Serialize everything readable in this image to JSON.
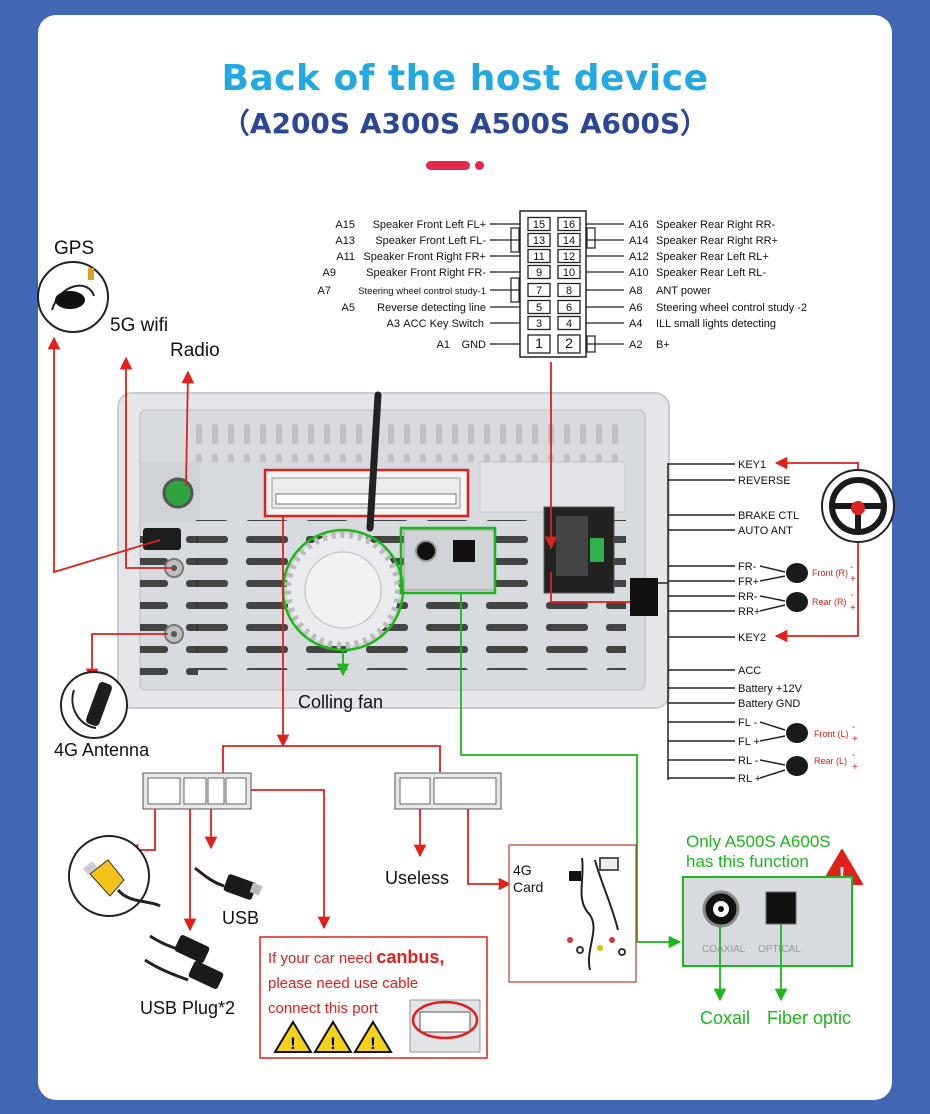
{
  "title": "Back of the host device",
  "subtitle": "（A200S A300S A500S A600S）",
  "pinout": {
    "left": [
      {
        "code": "A15",
        "text": "Speaker Front Left FL+",
        "pin": "15"
      },
      {
        "code": "A13",
        "text": "Speaker Front Left FL-",
        "pin": "13"
      },
      {
        "code": "A11",
        "text": "Speaker Front Right FR+",
        "pin": "11"
      },
      {
        "code": "A9",
        "text": "Speaker Front Right FR-",
        "pin": "9"
      },
      {
        "code": "A7",
        "text": "Steering wheel control study-1",
        "pin": "7"
      },
      {
        "code": "A5",
        "text": "Reverse detecting line",
        "pin": "5"
      },
      {
        "code": "A3",
        "text": "ACC Key Switch",
        "pin": "3"
      },
      {
        "code": "A1",
        "text": "GND",
        "pin": "1"
      }
    ],
    "right": [
      {
        "code": "A16",
        "text": "Speaker Rear Right RR-",
        "pin": "16"
      },
      {
        "code": "A14",
        "text": "Speaker Rear Right RR+",
        "pin": "14"
      },
      {
        "code": "A12",
        "text": "Speaker Rear Left RL+",
        "pin": "12"
      },
      {
        "code": "A10",
        "text": "Speaker Rear Left RL-",
        "pin": "10"
      },
      {
        "code": "A8",
        "text": "ANT power",
        "pin": "8"
      },
      {
        "code": "A6",
        "text": "Steering wheel control study -2",
        "pin": "6"
      },
      {
        "code": "A4",
        "text": "ILL small lights detecting",
        "pin": "4"
      },
      {
        "code": "A2",
        "text": "B+",
        "pin": "2"
      }
    ]
  },
  "labels": {
    "gps": "GPS",
    "wifi": "5G wifi",
    "radio": "Radio",
    "fan": "Colling fan",
    "antenna_4g": "4G Antenna",
    "usb": "USB",
    "usb_plug": "USB Plug*2",
    "useless": "Useless",
    "card_4g_line1": "4G",
    "card_4g_line2": "Card",
    "only_line1": "Only A500S A600S",
    "only_line2": "has this function",
    "coaxial": "Coxail",
    "fiber": "Fiber optic",
    "coaxial_port": "COAXIAL",
    "optical_port": "OPTICAL",
    "canbus_pre": "If your car need ",
    "canbus_word": "canbus,",
    "canbus_line2": "please need use cable",
    "canbus_line3": "connect this port"
  },
  "harness": {
    "key1": "KEY1",
    "reverse": "REVERSE",
    "brake": "BRAKE CTL",
    "auto_ant": "AUTO ANT",
    "fr_minus": "FR-",
    "fr_plus": "FR+",
    "rr_minus": "RR-",
    "rr_plus": "RR+",
    "key2": "KEY2",
    "acc": "ACC",
    "battery": "Battery +12V",
    "gnd": "Battery GND",
    "fl_minus": "FL -",
    "fl_plus": "FL +",
    "rl_minus": "RL -",
    "rl_plus": "RL +",
    "front_r": "Front (R)",
    "rear_r": "Rear (R)",
    "front_l": "Front (L)",
    "rear_l": "Rear (L)",
    "minus": "-",
    "plus": "+"
  },
  "colors": {
    "background": "#3f67b4",
    "title": "#23a9e1",
    "subtitle": "#2b4795",
    "accent": "#e5294e",
    "arrow_red": "#e0201a",
    "green": "#1bb71b"
  }
}
